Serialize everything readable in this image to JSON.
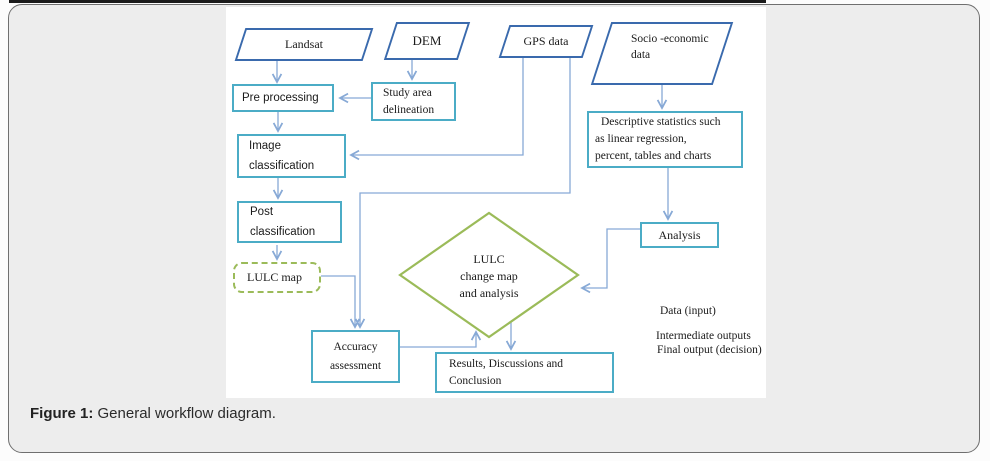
{
  "nodes": {
    "landsat": {
      "label": "Landsat"
    },
    "dem": {
      "label": "DEM"
    },
    "gps": {
      "label": "GPS data"
    },
    "socio": {
      "line1": "Socio -economic",
      "line2": "data"
    },
    "pre_processing": {
      "label": "Pre processing"
    },
    "study_area": {
      "line1": "Study area",
      "line2": "delineation"
    },
    "image_classification": {
      "line1": "Image",
      "line2": "classification"
    },
    "descriptive": {
      "line1": "Descriptive statistics such",
      "line2": "as linear regression,",
      "line3": "percent, tables and charts"
    },
    "post_classification": {
      "line1": "Post",
      "line2": "classification"
    },
    "lulc_map": {
      "label": "LULC map"
    },
    "analysis": {
      "label": "Analysis"
    },
    "decision": {
      "line1": "LULC",
      "line2": "change map",
      "line3": "and analysis"
    },
    "accuracy": {
      "line1": "Accuracy",
      "line2": "assessment"
    },
    "results": {
      "line1": "Results, Discussions and",
      "line2": "Conclusion"
    }
  },
  "legend": {
    "data_input": "Data (input)",
    "intermediate": "Intermediate outputs",
    "final": "Final output (decision)"
  },
  "caption": {
    "label": "Figure 1:",
    "text": "General workflow diagram."
  },
  "colors": {
    "input_shape_border": "#3a6aad",
    "process_border": "#4bacc6",
    "decision_border": "#9bbb59",
    "output_border": "#9bbb59",
    "connector": "#87a9d6"
  }
}
